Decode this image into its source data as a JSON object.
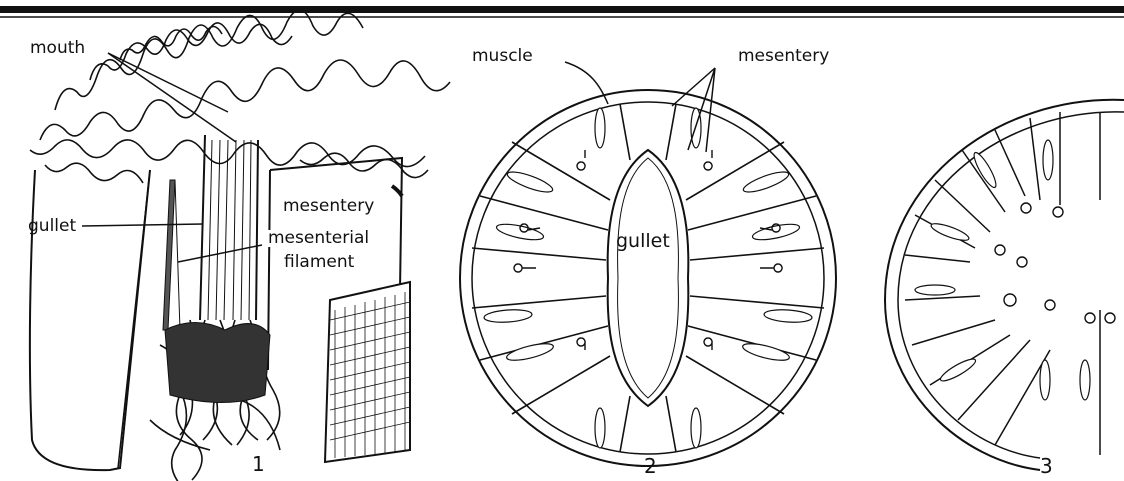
{
  "labels": {
    "mouth": "mouth",
    "gullet_fig1": "gullet",
    "mesentery_fig1": "mesentery",
    "mesenterial_line1": "mesenterial",
    "mesenterial_line2": "filament",
    "muscle": "muscle",
    "mesentery_fig2": "mesentery",
    "gullet_fig2": "gullet"
  },
  "figure_numbers": {
    "fig1": "1",
    "fig2": "2",
    "fig3": "3"
  },
  "colors": {
    "ink": "#111111",
    "paper": "#ffffff",
    "bleed": "#c9c9c9"
  }
}
